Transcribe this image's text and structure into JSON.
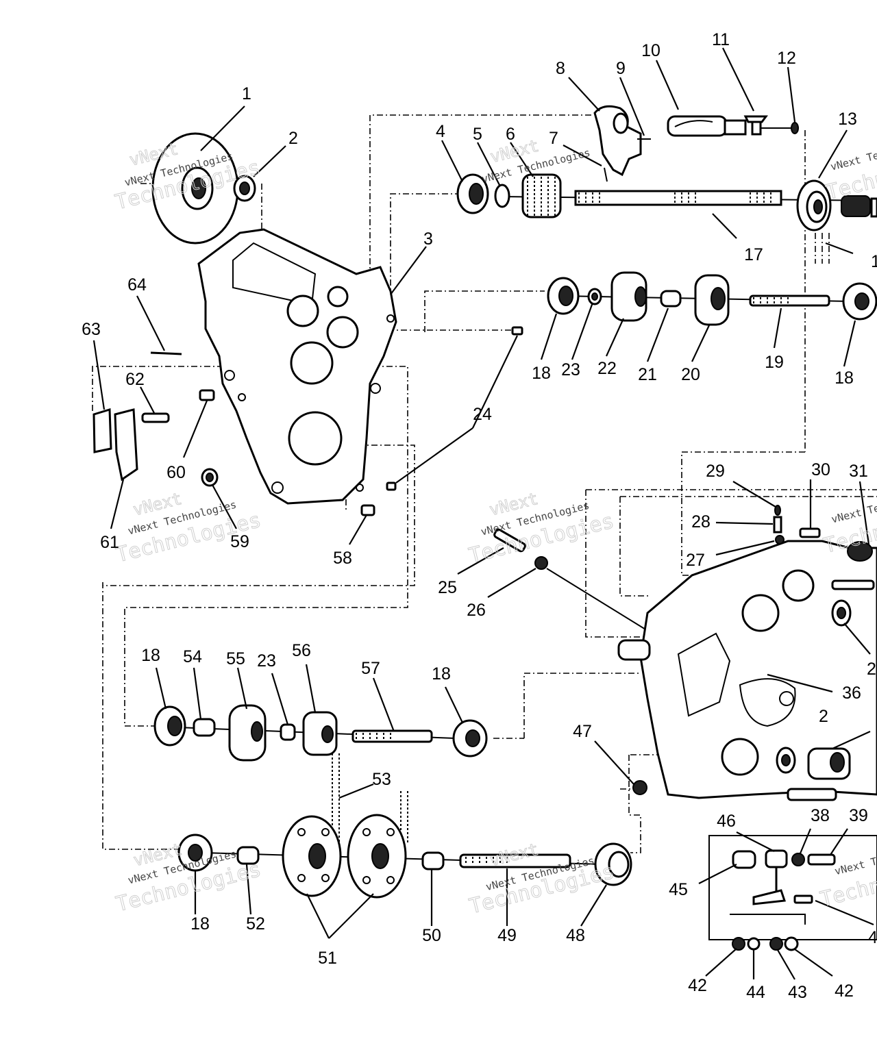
{
  "diagram": {
    "watermark": {
      "line1": "vNext",
      "line2": "vNext Technologies",
      "line3": "Technologies"
    },
    "labels": [
      {
        "id": "1",
        "text": "1"
      },
      {
        "id": "2a",
        "text": "2"
      },
      {
        "id": "3",
        "text": "3"
      },
      {
        "id": "4",
        "text": "4"
      },
      {
        "id": "5",
        "text": "5"
      },
      {
        "id": "6",
        "text": "6"
      },
      {
        "id": "7",
        "text": "7"
      },
      {
        "id": "8",
        "text": "8"
      },
      {
        "id": "9",
        "text": "9"
      },
      {
        "id": "10",
        "text": "10"
      },
      {
        "id": "11",
        "text": "11"
      },
      {
        "id": "12",
        "text": "12"
      },
      {
        "id": "13",
        "text": "13"
      },
      {
        "id": "1b",
        "text": "1"
      },
      {
        "id": "17",
        "text": "17"
      },
      {
        "id": "18a",
        "text": "18"
      },
      {
        "id": "23a",
        "text": "23"
      },
      {
        "id": "22",
        "text": "22"
      },
      {
        "id": "21",
        "text": "21"
      },
      {
        "id": "20",
        "text": "20"
      },
      {
        "id": "19",
        "text": "19"
      },
      {
        "id": "18b",
        "text": "18"
      },
      {
        "id": "24",
        "text": "24"
      },
      {
        "id": "64",
        "text": "64"
      },
      {
        "id": "63",
        "text": "63"
      },
      {
        "id": "62",
        "text": "62"
      },
      {
        "id": "60",
        "text": "60"
      },
      {
        "id": "61",
        "text": "61"
      },
      {
        "id": "59",
        "text": "59"
      },
      {
        "id": "58",
        "text": "58"
      },
      {
        "id": "25",
        "text": "25"
      },
      {
        "id": "26",
        "text": "26"
      },
      {
        "id": "29",
        "text": "29"
      },
      {
        "id": "30",
        "text": "30"
      },
      {
        "id": "31",
        "text": "31"
      },
      {
        "id": "28",
        "text": "28"
      },
      {
        "id": "27",
        "text": "27"
      },
      {
        "id": "2b",
        "text": "2"
      },
      {
        "id": "36",
        "text": "36"
      },
      {
        "id": "2c",
        "text": "2"
      },
      {
        "id": "47",
        "text": "47"
      },
      {
        "id": "18c",
        "text": "18"
      },
      {
        "id": "54",
        "text": "54"
      },
      {
        "id": "55",
        "text": "55"
      },
      {
        "id": "23b",
        "text": "23"
      },
      {
        "id": "56",
        "text": "56"
      },
      {
        "id": "57",
        "text": "57"
      },
      {
        "id": "18d",
        "text": "18"
      },
      {
        "id": "53",
        "text": "53"
      },
      {
        "id": "18e",
        "text": "18"
      },
      {
        "id": "52",
        "text": "52"
      },
      {
        "id": "51",
        "text": "51"
      },
      {
        "id": "50",
        "text": "50"
      },
      {
        "id": "49",
        "text": "49"
      },
      {
        "id": "48",
        "text": "48"
      },
      {
        "id": "46",
        "text": "46"
      },
      {
        "id": "38",
        "text": "38"
      },
      {
        "id": "39",
        "text": "39"
      },
      {
        "id": "45",
        "text": "45"
      },
      {
        "id": "4b",
        "text": "4"
      },
      {
        "id": "42a",
        "text": "42"
      },
      {
        "id": "44",
        "text": "44"
      },
      {
        "id": "43",
        "text": "43"
      },
      {
        "id": "42b",
        "text": "42"
      }
    ]
  }
}
